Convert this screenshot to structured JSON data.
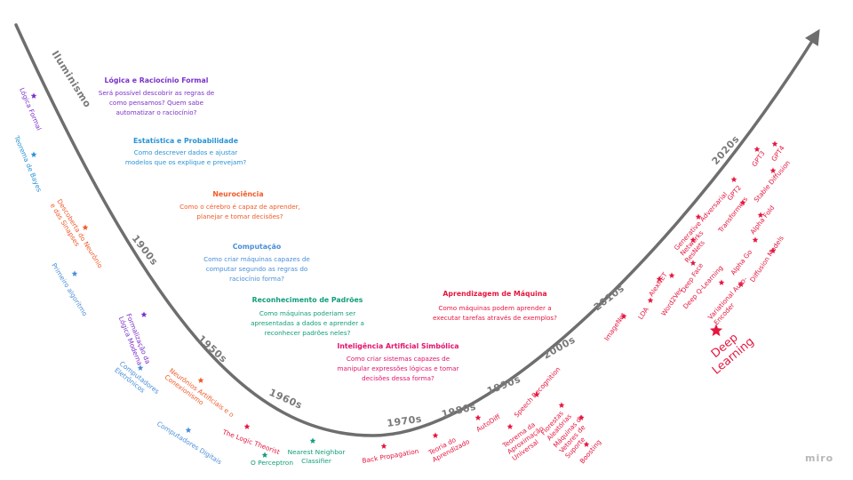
{
  "brand": "miro",
  "colors": {
    "curve": "#6e6e6e",
    "era": "#7a7a7a",
    "purple": "#7b32c9",
    "blue": "#2a93d5",
    "orange": "#f05a28",
    "lightblue": "#4a8fd6",
    "green": "#109e7a",
    "red": "#e5173f",
    "magenta": "#e2136b"
  },
  "eras": {
    "iluminismo": "Iluminismo",
    "e1900": "1900s",
    "e1950": "1950s",
    "e1960": "1960s",
    "e1970": "1970s",
    "e1980": "1980s",
    "e1990": "1990s",
    "e2000": "2000s",
    "e2010": "2010s",
    "e2020": "2020s"
  },
  "themes": {
    "logica": {
      "title": "Lógica e Raciocínio Formal",
      "lines": [
        "Será possível descobrir as regras de",
        "como pensamos? Quem sabe",
        "automatizar o raciocínio?"
      ]
    },
    "estatistica": {
      "title": "Estatística e Probabilidade",
      "lines": [
        "Como descrever dados e ajustar",
        "modelos que os explique e prevejam?"
      ]
    },
    "neurociencia": {
      "title": "Neurociência",
      "lines": [
        "Como o cérebro é capaz de aprender,",
        "planejar e tomar decisões?"
      ]
    },
    "computacao": {
      "title": "Computação",
      "lines": [
        "Como criar máquinas capazes de",
        "computar segundo as regras do",
        "raciocínio forma?"
      ]
    },
    "padroes": {
      "title": "Reconhecimento de Padrões",
      "lines": [
        "Como máquinas poderiam ser",
        "apresentadas a dados e aprender a",
        "reconhecer padrões neles?"
      ]
    },
    "maquina": {
      "title": "Aprendizagem de Máquina",
      "lines": [
        "Como máquinas podem aprender a",
        "executar tarefas através de exemplos?"
      ]
    },
    "simbolica": {
      "title": "Inteligência Artificial Simbólica",
      "lines": [
        "Como criar sistemas capazes de",
        "manipular expressões lógicas e tomar",
        "decisões dessa forma?"
      ]
    }
  },
  "events": {
    "logica_formal": [
      "Lógica Formal"
    ],
    "bayes": [
      "Teorema de Bayes"
    ],
    "neuronio": [
      "Descoberta do Neurônio",
      "e das Sinapses"
    ],
    "primeiro_algoritmo": [
      "Primeiro algoritmo"
    ],
    "formalizacao": [
      "Formalização da",
      "Lógica Moderna"
    ],
    "computadores_eletronicos": [
      "Computadores",
      "Eletrônicos"
    ],
    "redes_neurais": [
      "Neurônios Artificiais e o",
      "Conexionismo"
    ],
    "computadores_digitais": [
      "Computadores Digitais"
    ],
    "logic_theorist": [
      "The Logic Theorist"
    ],
    "perceptron": [
      "O Perceptron"
    ],
    "nearest_neighbor": [
      "Nearest Neighbor",
      "Classifier"
    ],
    "back_propagation": [
      "Back Propagation"
    ],
    "teoria_aprendizado": [
      "Teoria do",
      "Aprendizado"
    ],
    "autodiff": [
      "AutoDiff"
    ],
    "teorema_aproximacao": [
      "Teorema da",
      "Aproximação",
      "Universal"
    ],
    "speech": [
      "Speech Recognition"
    ],
    "florestas": [
      "Florestas",
      "Aleatórias"
    ],
    "svm": [
      "Máquinas de",
      "Vetores de",
      "Suporte"
    ],
    "boosting": [
      "Boosting"
    ],
    "imagenet": [
      "ImageNet"
    ],
    "lda": [
      "LDA"
    ],
    "alexnet": [
      "AlexNET"
    ],
    "word2vec": [
      "Word2Vec"
    ],
    "deep_qlearning": [
      "Deep Q-Learning"
    ],
    "vae": [
      "Variational Auto-",
      "Encoder"
    ],
    "gan": [
      "Generative Adversarial",
      "Networks"
    ],
    "resnets": [
      "ResNets"
    ],
    "deep_face": [
      "Deep Face"
    ],
    "alpha_go": [
      "Alpha Go"
    ],
    "gpt2": [
      "GPT2"
    ],
    "transformers": [
      "Transformers"
    ],
    "alpha_fold": [
      "Alpha Fold"
    ],
    "diffusion_models": [
      "Diffusion Models"
    ],
    "gpt3": [
      "GPT3"
    ],
    "gpt4": [
      "GPT4"
    ],
    "stable_diffusion": [
      "Stable Diffusion"
    ],
    "deep_learning": [
      "Deep",
      "Learning"
    ]
  }
}
